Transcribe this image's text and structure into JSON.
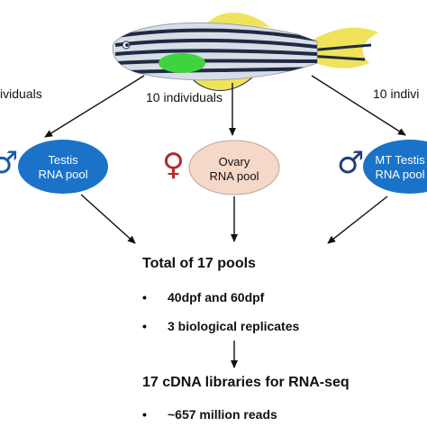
{
  "fish": {
    "body_color": "#d9dde6",
    "stripe_color": "#1f2a44",
    "fin_color": "#f0e35a",
    "gonad_color": "#3fd43f"
  },
  "branches": {
    "left": {
      "individuals": "ividuals",
      "pool_line1": "Testis",
      "pool_line2": "RNA pool",
      "fill": "#1a73c9",
      "text_color": "#ffffff",
      "symbol": "♂",
      "symbol_color": "#1a5aa8"
    },
    "middle": {
      "individuals": "10 individuals",
      "pool_line1": "Ovary",
      "pool_line2": "RNA pool",
      "fill": "#f6d8c8",
      "text_color": "#111111",
      "symbol": "♀",
      "symbol_color": "#b22a2a"
    },
    "right": {
      "individuals": "10 indivi",
      "pool_line1": "MT Testis",
      "pool_line2": "RNA pool",
      "fill": "#1a73c9",
      "text_color": "#ffffff",
      "symbol": "♂",
      "symbol_color": "#1f3f7a"
    }
  },
  "summary": {
    "heading": "Total of 17 pools",
    "bullets": [
      "40dpf and 60dpf",
      "3 biological replicates"
    ]
  },
  "libraries": {
    "heading": "17 cDNA libraries for RNA-seq",
    "bullets": [
      "~657 million reads"
    ]
  },
  "bullet_char": "•",
  "arrow_color": "#111111"
}
